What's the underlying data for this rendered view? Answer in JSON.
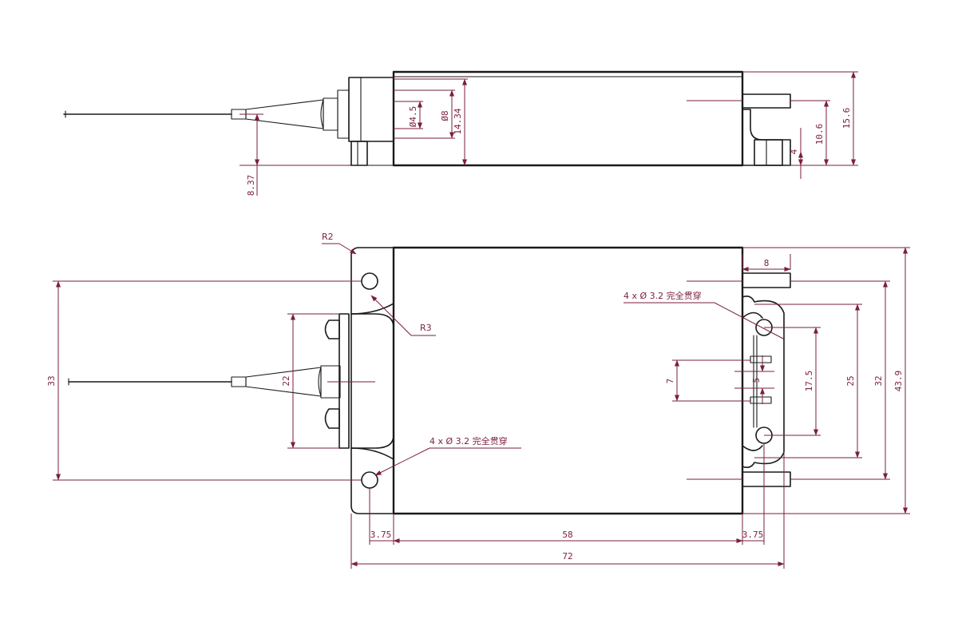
{
  "side_view": {
    "dims": {
      "d_4_5": "Ø4.5",
      "d_8": "Ø8",
      "h_14_34": "14.34",
      "h_15_6": "15.6",
      "h_10_6": "10.6",
      "h_4": "4",
      "h_8_37": "8.37"
    }
  },
  "top_view": {
    "labels": {
      "r2": "R2",
      "r3": "R3",
      "hole_note_right": "4 x Ø 3.2 完全贯穿",
      "hole_note_left": "4 x Ø 3.2 完全贯穿"
    },
    "dims": {
      "w_8": "8",
      "h_7": "7",
      "h_5": "5",
      "h_17_5": "17.5",
      "h_25": "25",
      "h_32": "32",
      "h_43_9": "43.9",
      "h_33": "33",
      "h_22": "22",
      "w_3_75_left": "3.75",
      "w_58": "58",
      "w_3_75_right": "3.75",
      "w_72": "72"
    }
  }
}
